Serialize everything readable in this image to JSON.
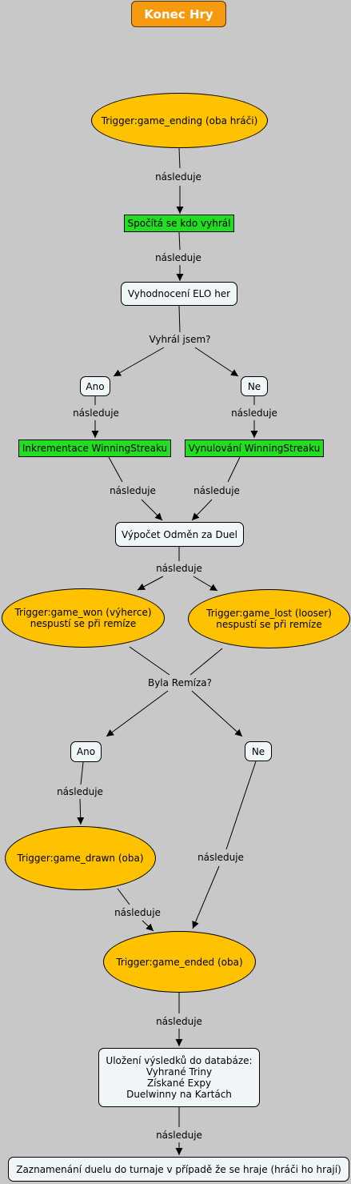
{
  "title": "Konec Hry",
  "nodes": {
    "game_ending": "Trigger:game_ending (oba hráči)",
    "spocita": "Spočítá se kdo vyhrál",
    "elo": "Vyhodnocení ELO her",
    "ano1": "Ano",
    "ne1": "Ne",
    "inkrement": "Inkrementace WinningStreaku",
    "vynulovani": "Vynulování WinningStreaku",
    "odmeny": "Výpočet Odměn za Duel",
    "game_won": "Trigger:game_won (výherce)\nnespustí se při remíze",
    "game_lost": "Trigger:game_lost (looser)\nnespustí se při remíze",
    "ano2": "Ano",
    "ne2": "Ne",
    "game_drawn": "Trigger:game_drawn (oba)",
    "game_ended": "Trigger:game_ended (oba)",
    "ulozeni": "Uložení výsledků do databáze:\nVyhrané Triny\nZískané Expy\nDuelwinny na Kartách",
    "zaznamenani": "Zaznamenání duelu do turnaje v případě že se hraje (hráči ho hrají)"
  },
  "labels": {
    "l1": "následuje",
    "l2": "následuje",
    "vyhral": "Vyhrál jsem?",
    "l3": "následuje",
    "l4": "následuje",
    "l5": "následuje",
    "l6": "následuje",
    "l7": "následuje",
    "remiza": "Byla Remíza?",
    "l8": "následuje",
    "l9": "následuje",
    "l10": "následuje",
    "l11": "následuje",
    "l12": "následuje"
  }
}
